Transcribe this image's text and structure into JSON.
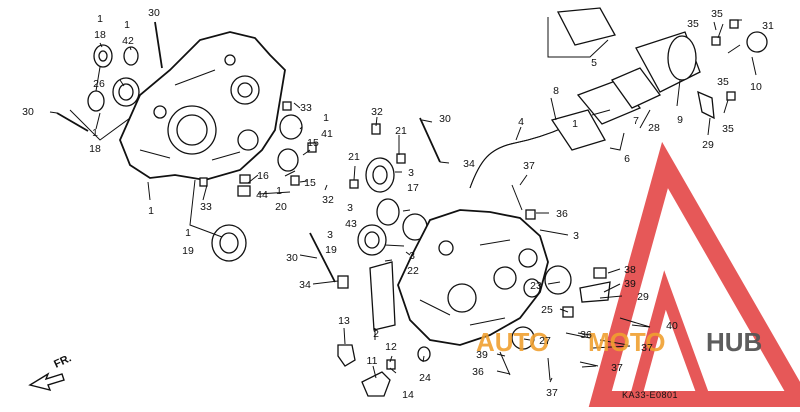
{
  "diagram_code": "KA33-E0801",
  "direction_label": "FR.",
  "watermark": {
    "text_a": "AUTO",
    "text_b": "MOTO",
    "text_c": "HUB",
    "color_red": "#e23b3b",
    "color_orange": "#f0a030",
    "color_gray": "#555555"
  },
  "callouts": {
    "c1": "1",
    "c18": "18",
    "c1b": "1",
    "c42": "42",
    "c30a": "30",
    "c26": "26",
    "c30b": "30",
    "c1c": "1",
    "c18b": "18",
    "c33a": "33",
    "c1d": "1",
    "c41": "41",
    "c15a": "15",
    "c16": "16",
    "c44": "44",
    "c15b": "15",
    "c1e": "1",
    "c20": "20",
    "c1f": "1",
    "c33b": "33",
    "c1g": "1",
    "c19a": "19",
    "c32a": "32",
    "c21a": "21",
    "c21b": "21",
    "c32b": "32",
    "c30c": "30",
    "c34a": "34",
    "c3a": "3",
    "c17": "17",
    "c3b": "3",
    "c43": "43",
    "c3c": "3",
    "c19b": "19",
    "c3d": "3",
    "c22": "22",
    "c30d": "30",
    "c34b": "34",
    "c4": "4",
    "c37a": "37",
    "c36a": "36",
    "c3e": "3",
    "c5": "5",
    "c8": "8",
    "c7": "7",
    "c6": "6",
    "c28": "28",
    "c9": "9",
    "c35a": "35",
    "c35b": "35",
    "c31": "31",
    "c35c": "35",
    "c10": "10",
    "c29a": "29",
    "c35d": "35",
    "c38": "38",
    "c39a": "39",
    "c23": "23",
    "c29b": "29",
    "c25": "25",
    "c40": "40",
    "c27": "27",
    "c36b": "36",
    "c37b": "37",
    "c39b": "39",
    "c37c": "37",
    "c36c": "36",
    "c37d": "37",
    "c13": "13",
    "c2": "2",
    "c11": "11",
    "c12": "12",
    "c14": "14",
    "c24": "24",
    "c1h": "1"
  }
}
